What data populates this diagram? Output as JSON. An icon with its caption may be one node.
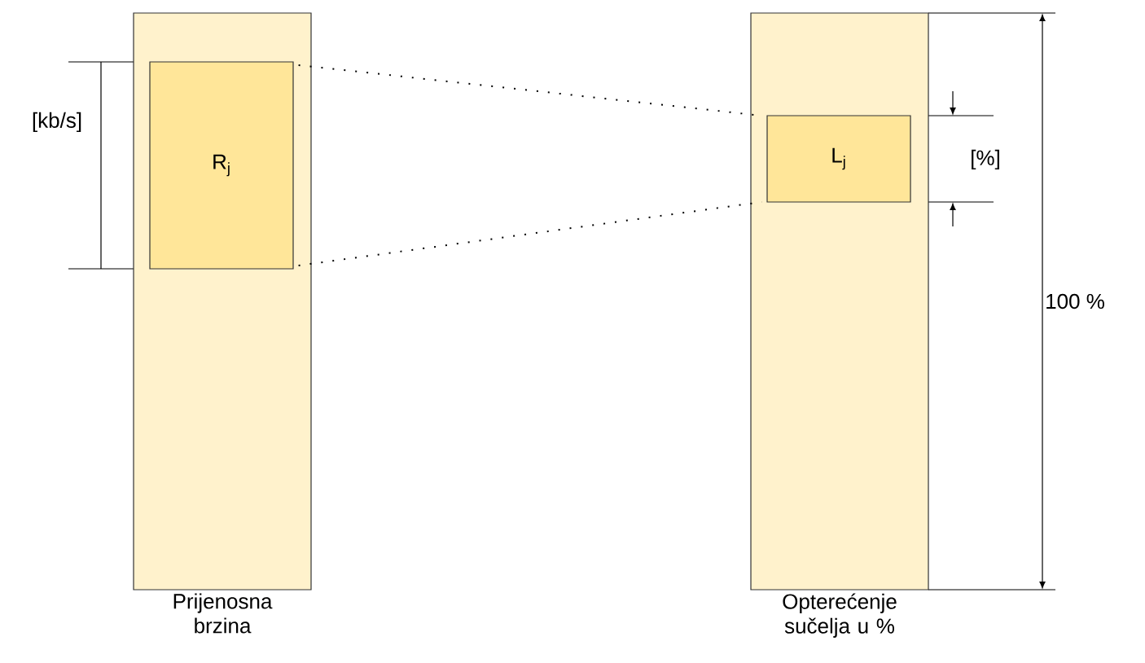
{
  "diagram": {
    "nodes": [
      {
        "text": [
          "Prijenosna brzina"
        ]
      },
      {
        "text": [
          "R$_{j}$"
        ],
        "in": 0
      },
      {
        "text": [
          "Opterećenje sučelja u %"
        ]
      },
      {
        "text": [
          "L$_{j}$"
        ],
        "in": 2
      }
    ],
    "edges": [
      {
        "from": 1,
        "to": 3,
        "arrow": "none",
        "style": "dashed"
      },
      {
        "from": 1,
        "to": 3,
        "arrow": "none",
        "style": "dashed"
      }
    ],
    "labels": [
      "[kb/s]",
      "[%]",
      "100 %"
    ]
  }
}
